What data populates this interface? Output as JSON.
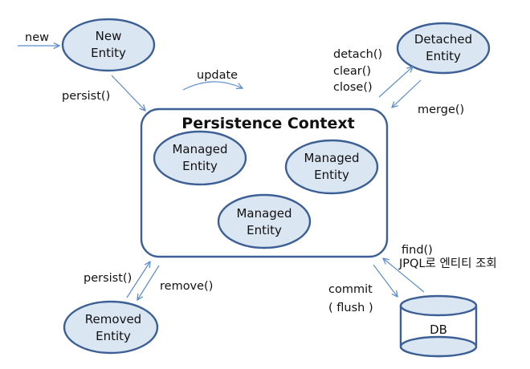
{
  "diagram": {
    "title": "Persistence  Context",
    "nodes": {
      "new_entity": [
        "New",
        "Entity"
      ],
      "detached_entity": [
        "Detached",
        "Entity"
      ],
      "managed_entity_1": [
        "Managed",
        "Entity"
      ],
      "managed_entity_2": [
        "Managed",
        "Entity"
      ],
      "managed_entity_3": [
        "Managed",
        "Entity"
      ],
      "removed_entity": [
        "Removed",
        "Entity"
      ],
      "db": "DB"
    },
    "edges": {
      "new": "new",
      "persist_from_new": "persist()",
      "update": "update",
      "detach": "detach()",
      "clear": "clear()",
      "close": "close()",
      "merge": "merge()",
      "find": "find()",
      "jpql_query": "JPQL로 엔티티 조회",
      "commit": "commit",
      "flush": "( flush )",
      "persist_from_removed": "persist()",
      "remove": "remove()"
    }
  },
  "colors": {
    "stroke": "#3c5f95",
    "fill": "#dbe6f3",
    "arrow": "#5b8ccc",
    "text": "#111111"
  }
}
